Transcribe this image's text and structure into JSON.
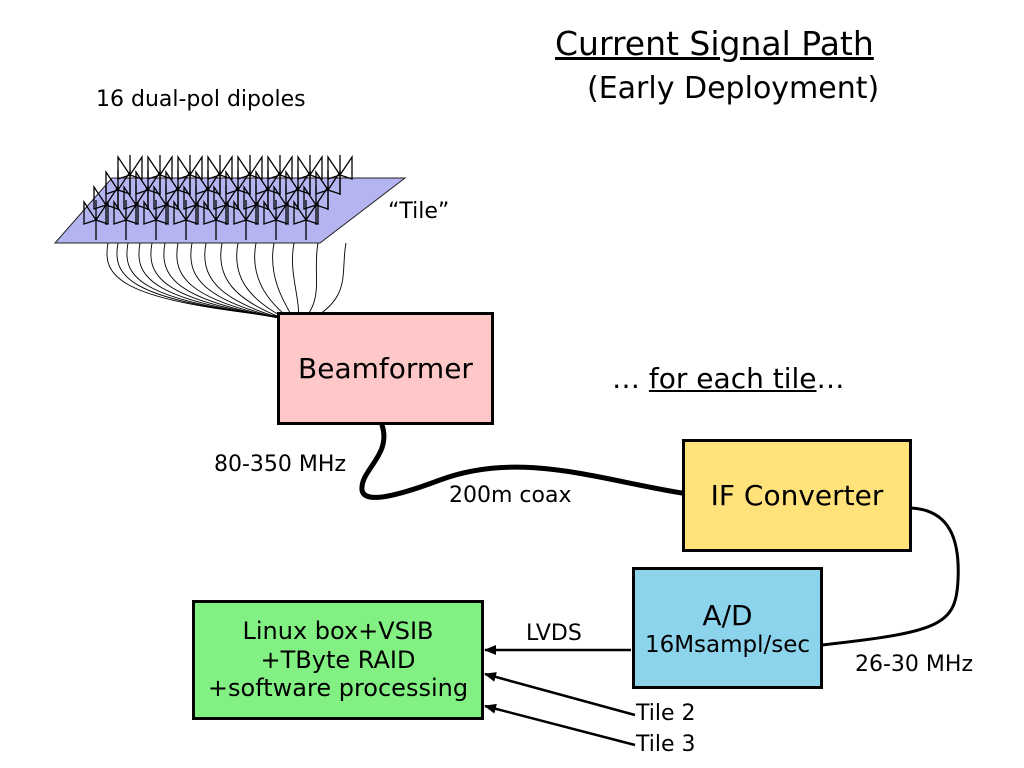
{
  "title": "Current Signal Path",
  "subtitle": "(Early Deployment)",
  "dipoles_label": "16 dual-pol dipoles",
  "tile_label": "“Tile”",
  "beamformer_label": "Beamformer",
  "per_tile": {
    "prefix": "… ",
    "emph": "for each tile",
    "suffix": "…"
  },
  "freq_in_label": "80-350 MHz",
  "coax_label": "200m coax",
  "if_converter_label": "IF Converter",
  "ad": {
    "title": "A/D",
    "rate": "16Msampl/sec"
  },
  "freq_out_label": "26-30 MHz",
  "lvds_label": "LVDS",
  "linux_box": {
    "line1": "Linux box+VSIB",
    "line2": "+TByte RAID",
    "line3": "+software processing"
  },
  "tile2_label": "Tile 2",
  "tile3_label": "Tile 3",
  "colors": {
    "tile_fill": "#B4B4F0",
    "beamformer_fill": "#FFC8C8",
    "if_converter_fill": "#FFE27A",
    "ad_fill": "#8CD3EC",
    "linux_fill": "#82F082"
  }
}
